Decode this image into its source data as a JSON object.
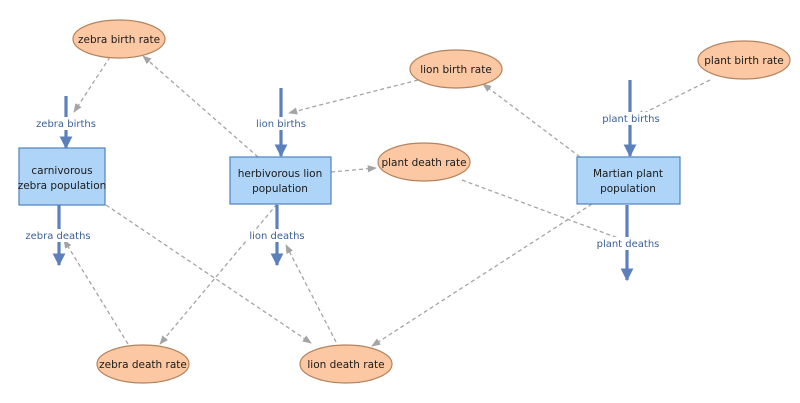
{
  "stocks": {
    "zebra": {
      "line1": "carnivorous",
      "line2": "zebra population"
    },
    "lion": {
      "line1": "herbivorous lion",
      "line2": "population"
    },
    "plant": {
      "line1": "Martian plant",
      "line2": "population"
    }
  },
  "flows": {
    "zebra_births": "zebra births",
    "zebra_deaths": "zebra deaths",
    "lion_births": "lion births",
    "lion_deaths": "lion deaths",
    "plant_births": "plant births",
    "plant_deaths": "plant deaths"
  },
  "auxiliaries": {
    "zebra_birth_rate": "zebra birth rate",
    "zebra_death_rate": "zebra death rate",
    "lion_birth_rate": "lion birth rate",
    "lion_death_rate": "lion death rate",
    "plant_birth_rate": "plant birth rate",
    "plant_death_rate": "plant death rate"
  },
  "connections": [
    {
      "from": "zebra birth rate",
      "to": "zebra births"
    },
    {
      "from": "herbivorous lion population",
      "to": "zebra birth rate"
    },
    {
      "from": "lion birth rate",
      "to": "lion births"
    },
    {
      "from": "Martian plant population",
      "to": "lion birth rate"
    },
    {
      "from": "plant birth rate",
      "to": "plant births"
    },
    {
      "from": "herbivorous lion population",
      "to": "plant death rate"
    },
    {
      "from": "plant death rate",
      "to": "plant deaths"
    },
    {
      "from": "herbivorous lion population",
      "to": "zebra death rate"
    },
    {
      "from": "zebra death rate",
      "to": "zebra deaths"
    },
    {
      "from": "carnivorous zebra population",
      "to": "lion death rate"
    },
    {
      "from": "lion death rate",
      "to": "lion deaths"
    },
    {
      "from": "Martian plant population",
      "to": "lion death rate"
    }
  ],
  "colors": {
    "stock_fill": "#aed5f7",
    "stock_border": "#4f82c0",
    "auxiliary_fill": "#fbc8a3",
    "auxiliary_border": "#b3835c",
    "flow": "#5c80bc",
    "connector": "#a4a4a4",
    "flow_text": "#3c5f96"
  }
}
